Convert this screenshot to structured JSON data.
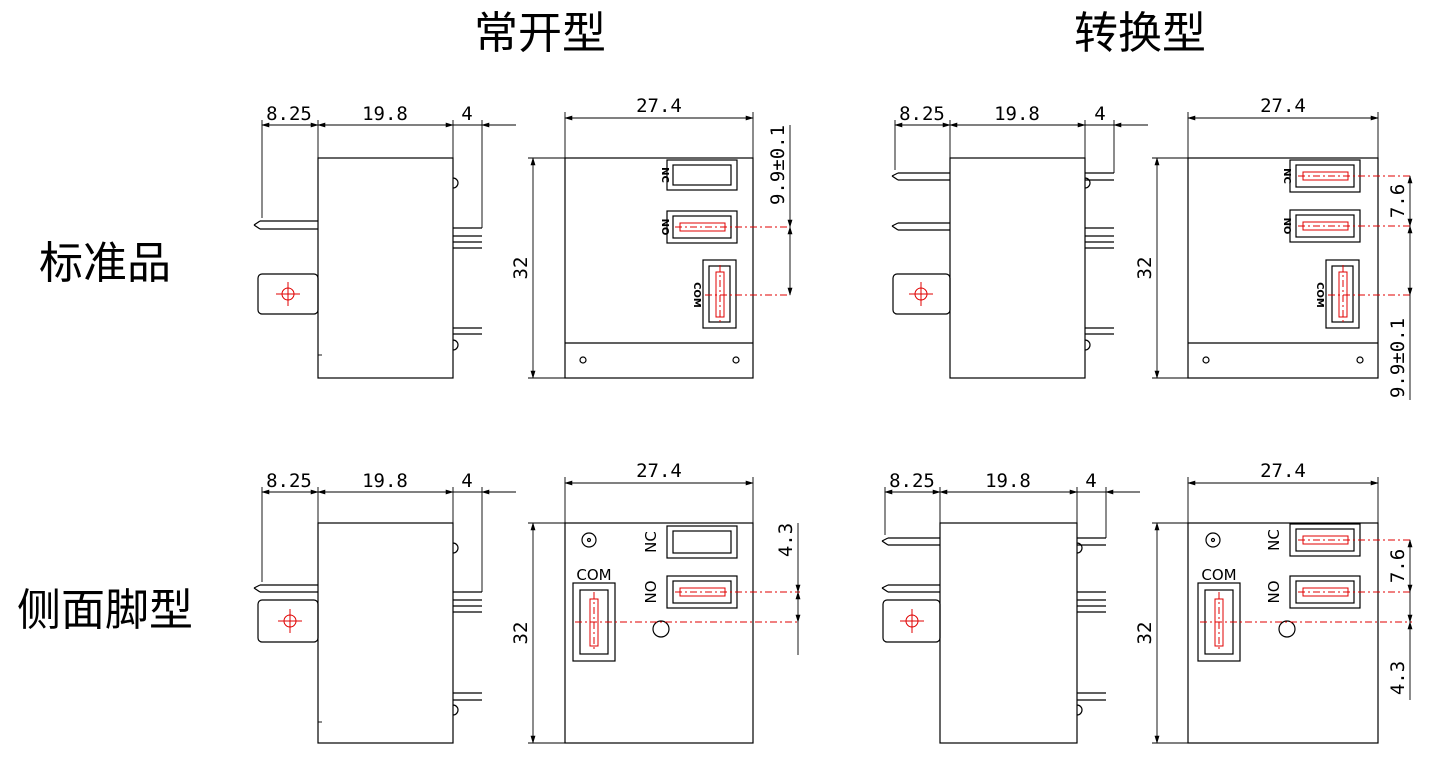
{
  "headers": {
    "normally_open": "常开型",
    "changeover": "转换型"
  },
  "rows": {
    "standard": "标准品",
    "side_pin": "侧面脚型"
  },
  "dims": {
    "pin_offset": "8.25",
    "body_depth": "19.8",
    "pin_len": "4",
    "width": "27.4",
    "height": "32",
    "pin_pitch": "9.9±0.1",
    "pitch_small": "7.6",
    "side_offset": "4.3"
  },
  "terminals": {
    "nc": "NC",
    "no": "NO",
    "com": "COM"
  }
}
